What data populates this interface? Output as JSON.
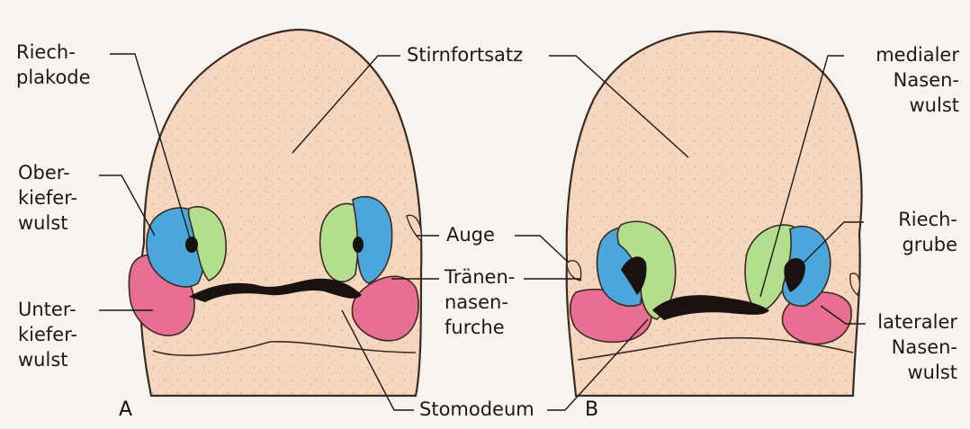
{
  "labels": {
    "riechplakode": [
      "Riech-",
      "plakode"
    ],
    "oberkieferwulst": [
      "Ober-",
      "kiefer-",
      "wulst"
    ],
    "unterkieferwulst": [
      "Unter-",
      "kiefer-",
      "wulst"
    ],
    "stirnfortsatz": "Stirnfortsatz",
    "auge": "Auge",
    "traenennasenfurche": [
      "Tränen-",
      "nasen-",
      "furche"
    ],
    "stomodeum": "Stomodeum",
    "medialer_nasenwulst": [
      "medialer",
      "Nasen-",
      "wulst"
    ],
    "riechgrube": [
      "Riech-",
      "grube"
    ],
    "lateraler_nasenwulst": [
      "lateraler",
      "Nasen-",
      "wulst"
    ]
  },
  "panels": {
    "a": "A",
    "b": "B"
  },
  "colors": {
    "skin": "#f5d6bf",
    "background": "#f7f3ef",
    "oberkiefer_blue": "#4aa6db",
    "nasal_green": "#b3de8e",
    "unterkiefer_pink": "#e86e93",
    "mouth": "#1a1210"
  }
}
